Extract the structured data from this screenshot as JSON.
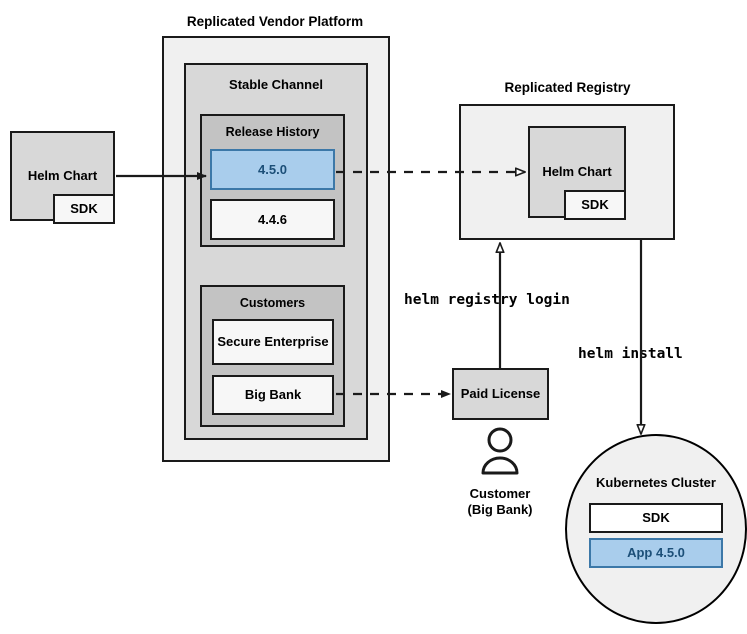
{
  "diagram": {
    "title_vendor_platform": "Replicated Vendor Platform",
    "title_registry": "Replicated Registry",
    "vendor_platform": {
      "channel_label": "Stable Channel",
      "release_history": {
        "label": "Release History",
        "releases": [
          {
            "version": "4.5.0",
            "highlighted": true
          },
          {
            "version": "4.4.6",
            "highlighted": false
          }
        ]
      },
      "customers": {
        "label": "Customers",
        "items": [
          {
            "name": "Secure\nEnterprise"
          },
          {
            "name": "Big Bank"
          }
        ]
      }
    },
    "source_helm_chart": {
      "label": "Helm Chart",
      "sdk_label": "SDK"
    },
    "registry_helm_chart": {
      "label": "Helm Chart",
      "sdk_label": "SDK"
    },
    "paid_license": {
      "label": "Paid\nLicense"
    },
    "customer_actor": {
      "label": "Customer\n(Big Bank)"
    },
    "kubernetes_cluster": {
      "label": "Kubernetes Cluster",
      "components": [
        {
          "name": "SDK",
          "highlighted": false
        },
        {
          "name": "App 4.5.0",
          "highlighted": true
        }
      ]
    },
    "commands": {
      "registry_login": "helm registry login",
      "install": "helm install"
    },
    "colors": {
      "highlight_fill": "#a9cdec",
      "highlight_border": "#3c78a8",
      "highlight_text": "#1c4f78",
      "stroke": "#1a1a1a",
      "platform_fill": "#f0f0f0",
      "channel_fill": "#d8d8d8",
      "group_fill": "#c3c3c3",
      "white_fill": "#f7f7f7"
    }
  }
}
